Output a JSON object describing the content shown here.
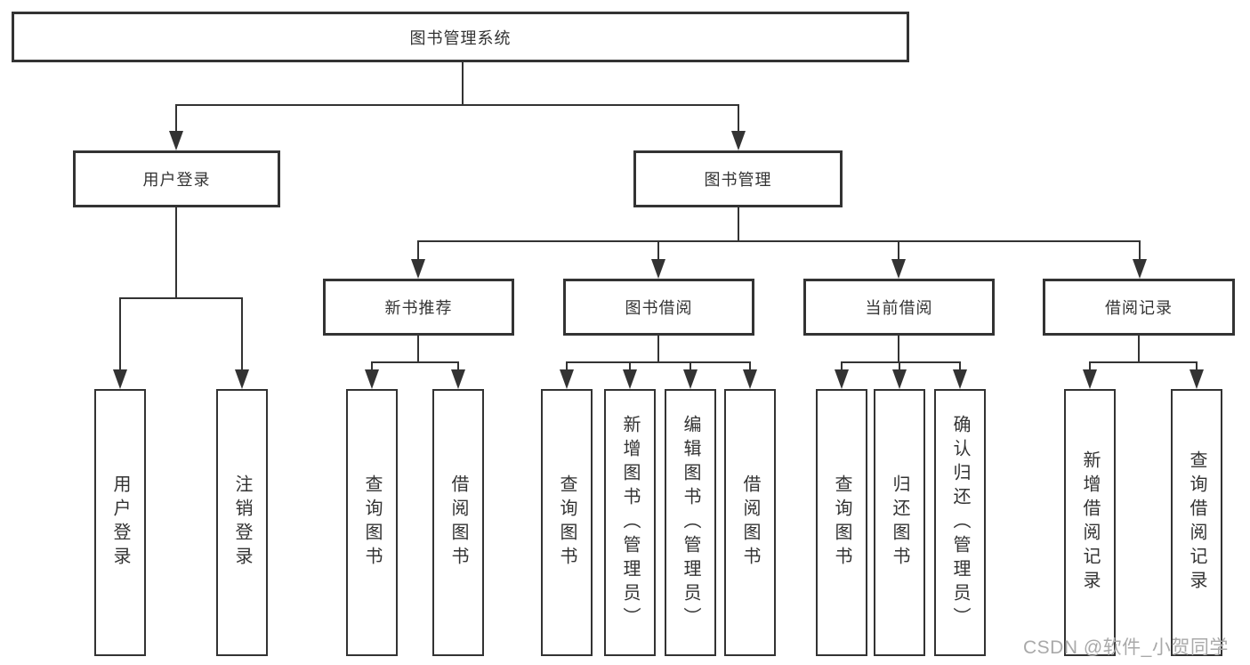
{
  "nodes": {
    "root": "图书管理系统",
    "user_login": {
      "label": "用户登录",
      "children": {
        "login": "用户登录",
        "logout": "注销登录"
      }
    },
    "book_mgmt": {
      "label": "图书管理",
      "sections": {
        "new_books": {
          "label": "新书推荐",
          "children": {
            "c1": "查询图书",
            "c2": "借阅图书"
          }
        },
        "borrowing": {
          "label": "图书借阅",
          "children": {
            "c1": "查询图书",
            "c2": "新增图书（管理员）",
            "c3": "编辑图书（管理员）",
            "c4": "借阅图书"
          }
        },
        "current": {
          "label": "当前借阅",
          "children": {
            "c1": "查询图书",
            "c2": "归还图书",
            "c3": "确认归还（管理员）"
          }
        },
        "records": {
          "label": "借阅记录",
          "children": {
            "c1": "新增借阅记录",
            "c2": "查询借阅记录"
          }
        }
      }
    }
  },
  "watermark": {
    "text": "CSDN @软件_小贺同学"
  },
  "colors": {
    "line": "#333333",
    "box_background": "#ffffff",
    "watermark": "#a9a9a9"
  }
}
